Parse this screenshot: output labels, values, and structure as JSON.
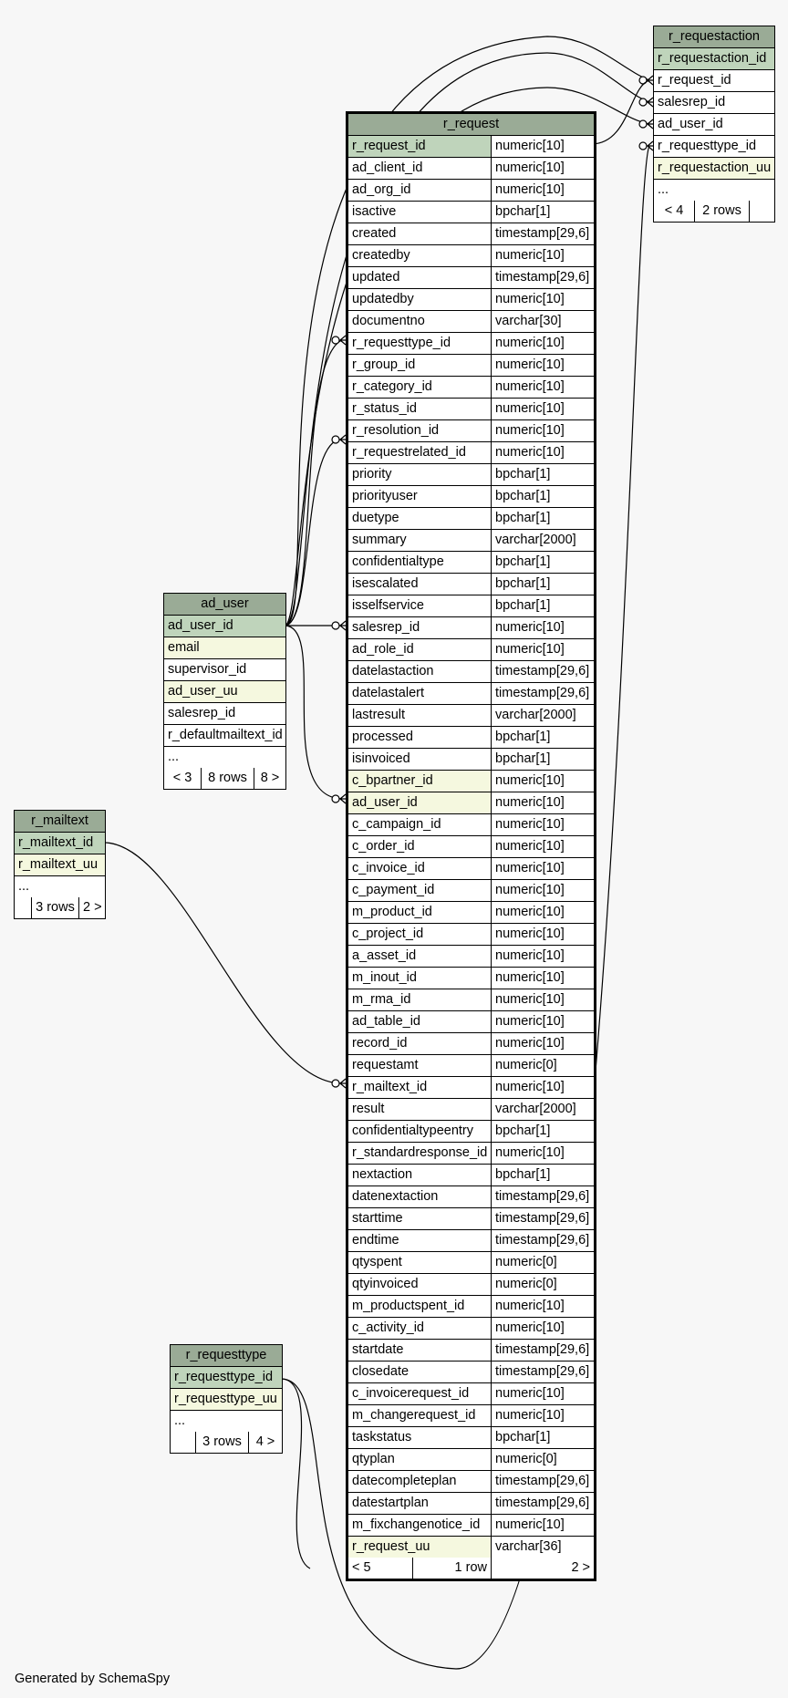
{
  "footer_text": "Generated by SchemaSpy",
  "r_request": {
    "title": "r_request",
    "columns": [
      {
        "name": "r_request_id",
        "type": "numeric[10]",
        "kind": "pk"
      },
      {
        "name": "ad_client_id",
        "type": "numeric[10]"
      },
      {
        "name": "ad_org_id",
        "type": "numeric[10]"
      },
      {
        "name": "isactive",
        "type": "bpchar[1]"
      },
      {
        "name": "created",
        "type": "timestamp[29,6]"
      },
      {
        "name": "createdby",
        "type": "numeric[10]"
      },
      {
        "name": "updated",
        "type": "timestamp[29,6]"
      },
      {
        "name": "updatedby",
        "type": "numeric[10]"
      },
      {
        "name": "documentno",
        "type": "varchar[30]"
      },
      {
        "name": "r_requesttype_id",
        "type": "numeric[10]"
      },
      {
        "name": "r_group_id",
        "type": "numeric[10]"
      },
      {
        "name": "r_category_id",
        "type": "numeric[10]"
      },
      {
        "name": "r_status_id",
        "type": "numeric[10]"
      },
      {
        "name": "r_resolution_id",
        "type": "numeric[10]"
      },
      {
        "name": "r_requestrelated_id",
        "type": "numeric[10]"
      },
      {
        "name": "priority",
        "type": "bpchar[1]"
      },
      {
        "name": "priorityuser",
        "type": "bpchar[1]"
      },
      {
        "name": "duetype",
        "type": "bpchar[1]"
      },
      {
        "name": "summary",
        "type": "varchar[2000]"
      },
      {
        "name": "confidentialtype",
        "type": "bpchar[1]"
      },
      {
        "name": "isescalated",
        "type": "bpchar[1]"
      },
      {
        "name": "isselfservice",
        "type": "bpchar[1]"
      },
      {
        "name": "salesrep_id",
        "type": "numeric[10]"
      },
      {
        "name": "ad_role_id",
        "type": "numeric[10]"
      },
      {
        "name": "datelastaction",
        "type": "timestamp[29,6]"
      },
      {
        "name": "datelastalert",
        "type": "timestamp[29,6]"
      },
      {
        "name": "lastresult",
        "type": "varchar[2000]"
      },
      {
        "name": "processed",
        "type": "bpchar[1]"
      },
      {
        "name": "isinvoiced",
        "type": "bpchar[1]"
      },
      {
        "name": "c_bpartner_id",
        "type": "numeric[10]",
        "kind": "uq"
      },
      {
        "name": "ad_user_id",
        "type": "numeric[10]",
        "kind": "uq"
      },
      {
        "name": "c_campaign_id",
        "type": "numeric[10]"
      },
      {
        "name": "c_order_id",
        "type": "numeric[10]"
      },
      {
        "name": "c_invoice_id",
        "type": "numeric[10]"
      },
      {
        "name": "c_payment_id",
        "type": "numeric[10]"
      },
      {
        "name": "m_product_id",
        "type": "numeric[10]"
      },
      {
        "name": "c_project_id",
        "type": "numeric[10]"
      },
      {
        "name": "a_asset_id",
        "type": "numeric[10]"
      },
      {
        "name": "m_inout_id",
        "type": "numeric[10]"
      },
      {
        "name": "m_rma_id",
        "type": "numeric[10]"
      },
      {
        "name": "ad_table_id",
        "type": "numeric[10]"
      },
      {
        "name": "record_id",
        "type": "numeric[10]"
      },
      {
        "name": "requestamt",
        "type": "numeric[0]"
      },
      {
        "name": "r_mailtext_id",
        "type": "numeric[10]"
      },
      {
        "name": "result",
        "type": "varchar[2000]"
      },
      {
        "name": "confidentialtypeentry",
        "type": "bpchar[1]"
      },
      {
        "name": "r_standardresponse_id",
        "type": "numeric[10]"
      },
      {
        "name": "nextaction",
        "type": "bpchar[1]"
      },
      {
        "name": "datenextaction",
        "type": "timestamp[29,6]"
      },
      {
        "name": "starttime",
        "type": "timestamp[29,6]"
      },
      {
        "name": "endtime",
        "type": "timestamp[29,6]"
      },
      {
        "name": "qtyspent",
        "type": "numeric[0]"
      },
      {
        "name": "qtyinvoiced",
        "type": "numeric[0]"
      },
      {
        "name": "m_productspent_id",
        "type": "numeric[10]"
      },
      {
        "name": "c_activity_id",
        "type": "numeric[10]"
      },
      {
        "name": "startdate",
        "type": "timestamp[29,6]"
      },
      {
        "name": "closedate",
        "type": "timestamp[29,6]"
      },
      {
        "name": "c_invoicerequest_id",
        "type": "numeric[10]"
      },
      {
        "name": "m_changerequest_id",
        "type": "numeric[10]"
      },
      {
        "name": "taskstatus",
        "type": "bpchar[1]"
      },
      {
        "name": "qtyplan",
        "type": "numeric[0]"
      },
      {
        "name": "datecompleteplan",
        "type": "timestamp[29,6]"
      },
      {
        "name": "datestartplan",
        "type": "timestamp[29,6]"
      },
      {
        "name": "m_fixchangenotice_id",
        "type": "numeric[10]"
      },
      {
        "name": "r_request_uu",
        "type": "varchar[36]",
        "kind": "uq"
      }
    ],
    "footer": [
      "< 5",
      "1 row",
      "2 >"
    ]
  },
  "r_requestaction": {
    "title": "r_requestaction",
    "columns": [
      {
        "name": "r_requestaction_id",
        "kind": "pk"
      },
      {
        "name": "r_request_id"
      },
      {
        "name": "salesrep_id"
      },
      {
        "name": "ad_user_id"
      },
      {
        "name": "r_requesttype_id"
      },
      {
        "name": "r_requestaction_uu",
        "kind": "uq"
      },
      {
        "name": "..."
      }
    ],
    "footer": [
      "< 4",
      "2 rows",
      ""
    ]
  },
  "ad_user": {
    "title": "ad_user",
    "columns": [
      {
        "name": "ad_user_id",
        "kind": "pk"
      },
      {
        "name": "email",
        "kind": "uq"
      },
      {
        "name": "supervisor_id"
      },
      {
        "name": "ad_user_uu",
        "kind": "uq"
      },
      {
        "name": "salesrep_id"
      },
      {
        "name": "r_defaultmailtext_id"
      },
      {
        "name": "..."
      }
    ],
    "footer": [
      "< 3",
      "8 rows",
      "8 >"
    ]
  },
  "r_mailtext": {
    "title": "r_mailtext",
    "columns": [
      {
        "name": "r_mailtext_id",
        "kind": "pk"
      },
      {
        "name": "r_mailtext_uu",
        "kind": "uq"
      },
      {
        "name": "..."
      }
    ],
    "footer": [
      "",
      "3 rows",
      "2 >"
    ]
  },
  "r_requesttype": {
    "title": "r_requesttype",
    "columns": [
      {
        "name": "r_requesttype_id",
        "kind": "pk"
      },
      {
        "name": "r_requesttype_uu",
        "kind": "uq"
      },
      {
        "name": "..."
      }
    ],
    "footer": [
      "",
      "3 rows",
      "4 >"
    ]
  },
  "line_color": "#000000"
}
